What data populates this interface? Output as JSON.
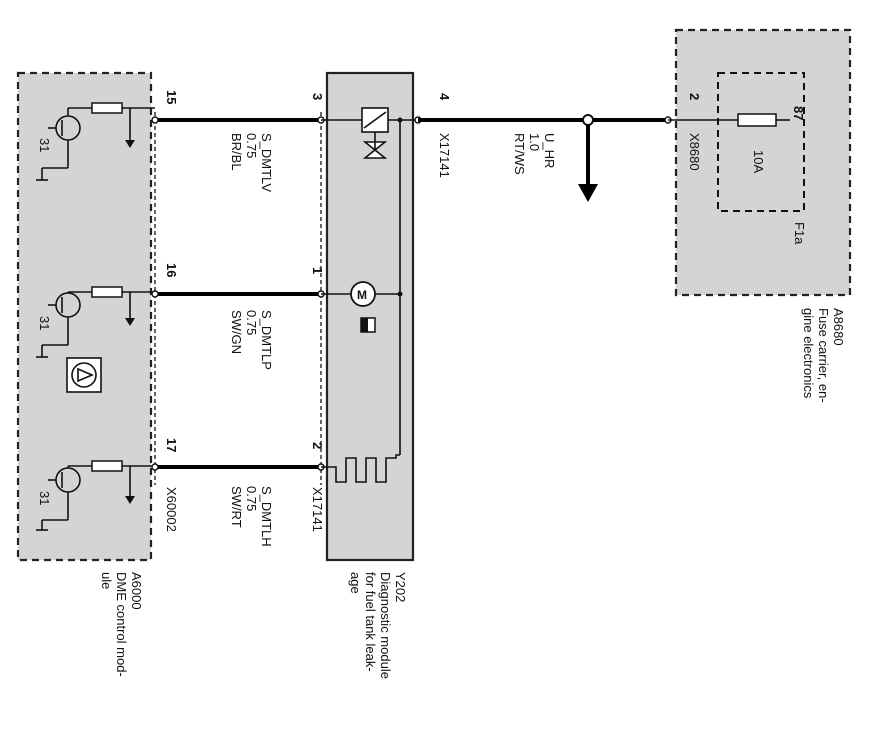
{
  "dme": {
    "id": "A6000",
    "name_line1": "DME control mod-",
    "name_line2": "ule",
    "connector": "X60002",
    "ground_label": "31",
    "pins": [
      "15",
      "16",
      "17"
    ]
  },
  "module": {
    "id": "Y202",
    "name_line1": "Diagnostic module",
    "name_line2": "for fuel tank leak-",
    "name_line3": "age",
    "connector": "X17141",
    "pins": [
      "3",
      "1",
      "2",
      "4"
    ]
  },
  "fuse_carrier": {
    "id": "A8680",
    "name_line1": "Fuse carrier, en-",
    "name_line2": "gine electronics",
    "connector": "X8680",
    "pin_in": "2",
    "pin_out": "87",
    "fuse_rating": "10A",
    "fuse_id": "F1a"
  },
  "wires": [
    {
      "signal": "S_DMTLV",
      "size": "0.75",
      "color": "BR/BL"
    },
    {
      "signal": "S_DMTLP",
      "size": "0.75",
      "color": "SW/GN"
    },
    {
      "signal": "S_DMTLH",
      "size": "0.75",
      "color": "SW/RT"
    },
    {
      "signal": "U_HR",
      "size": "1.0",
      "color": "RT/WS"
    }
  ]
}
